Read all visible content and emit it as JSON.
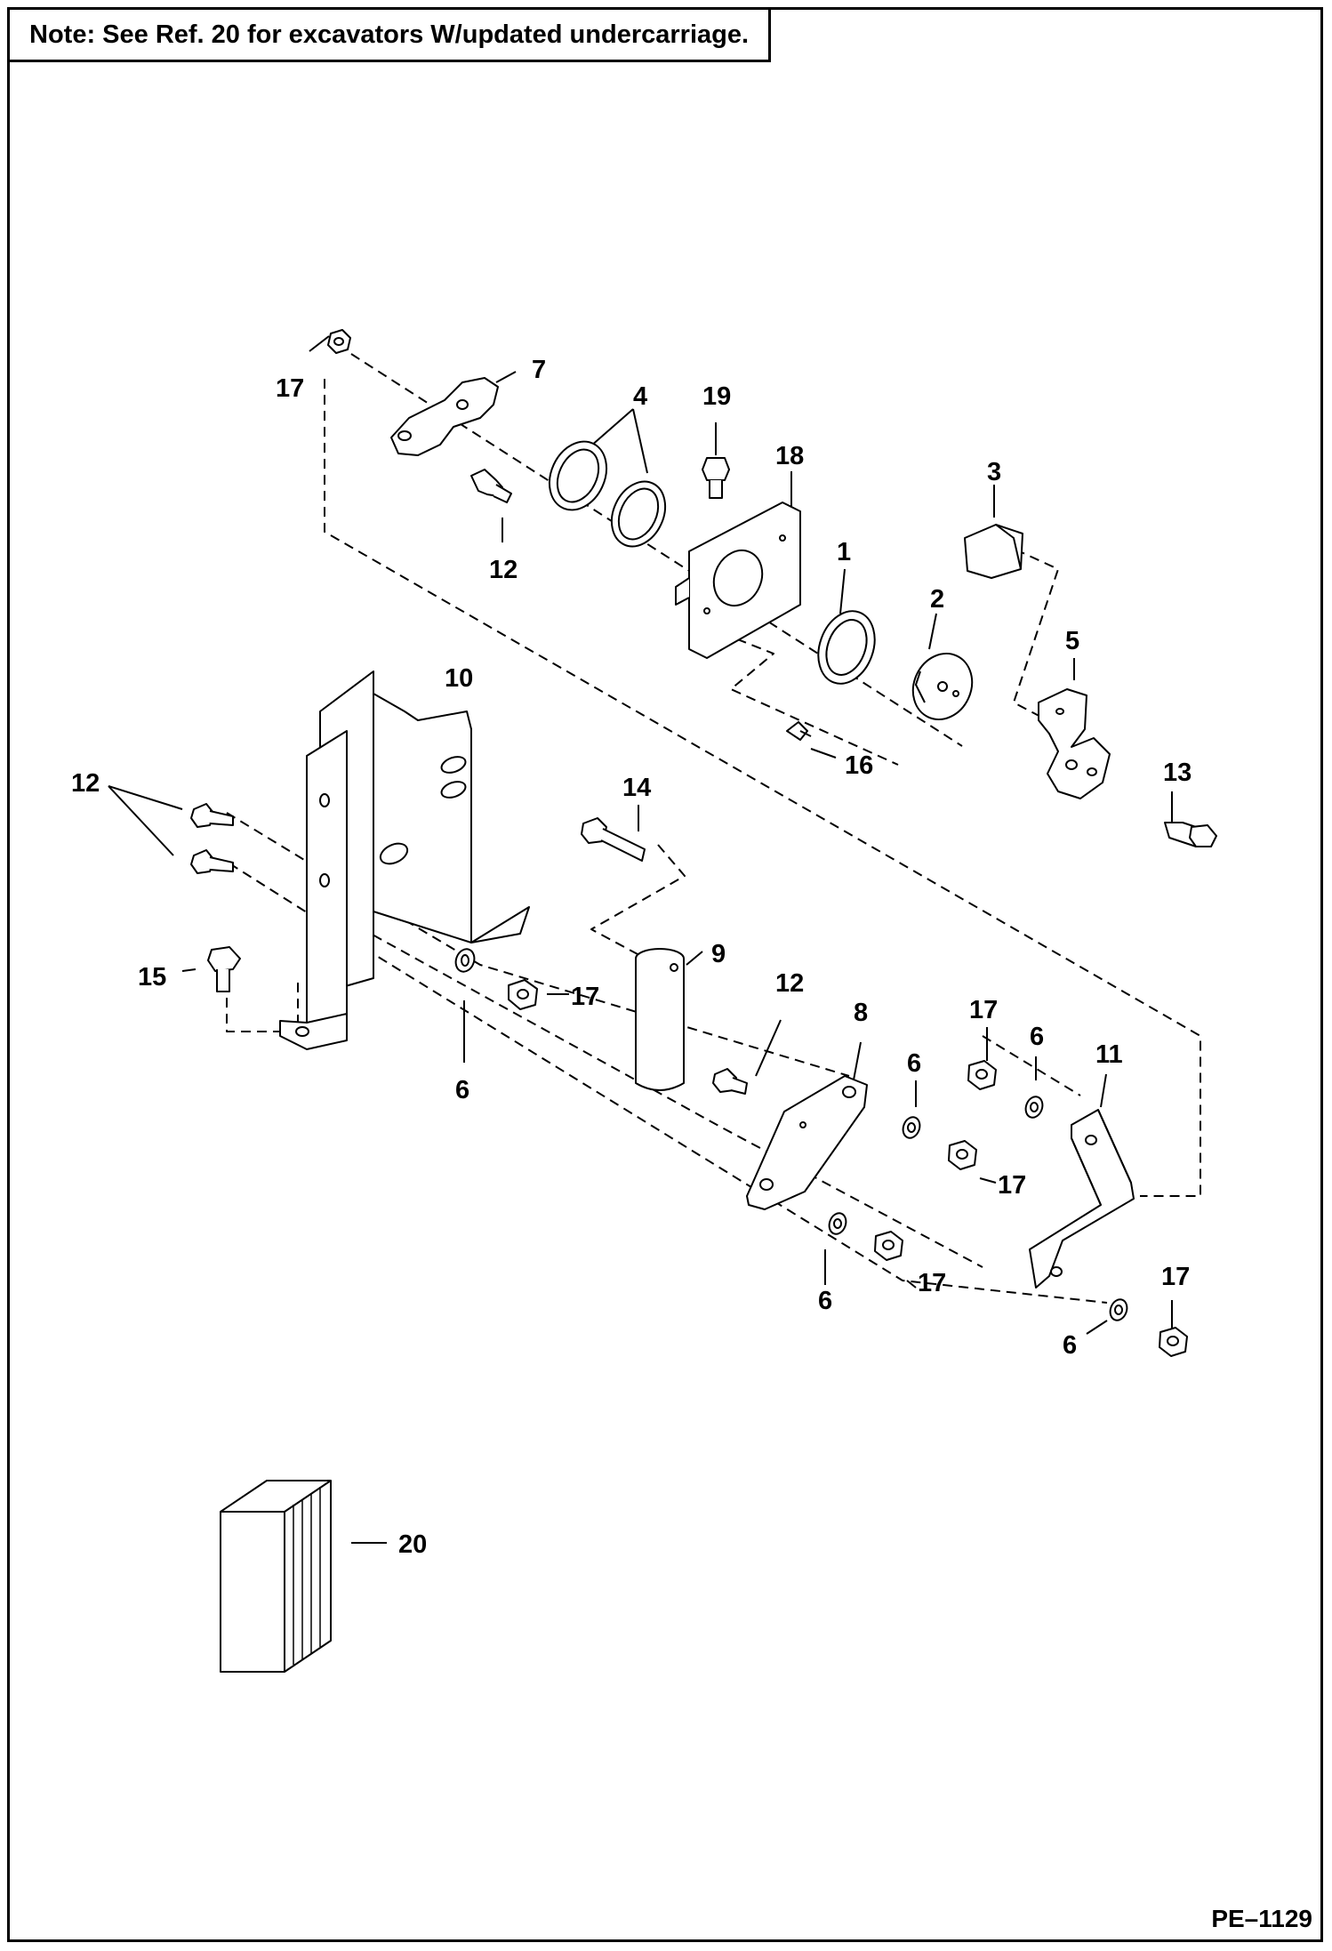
{
  "note": "Note: See Ref. 20 for excavators W/updated undercarriage.",
  "figure_id": "PE–1129",
  "callouts": {
    "c1": "1",
    "c2": "2",
    "c3": "3",
    "c4": "4",
    "c5": "5",
    "c6a": "6",
    "c6b": "6",
    "c6c": "6",
    "c6d": "6",
    "c6e": "6",
    "c7": "7",
    "c8": "8",
    "c9": "9",
    "c10": "10",
    "c11": "11",
    "c12a": "12",
    "c12b": "12",
    "c12c": "12",
    "c13": "13",
    "c14": "14",
    "c15": "15",
    "c16": "16",
    "c17a": "17",
    "c17b": "17",
    "c17c": "17",
    "c17d": "17",
    "c17e": "17",
    "c17f": "17",
    "c18": "18",
    "c19": "19",
    "c20": "20"
  }
}
